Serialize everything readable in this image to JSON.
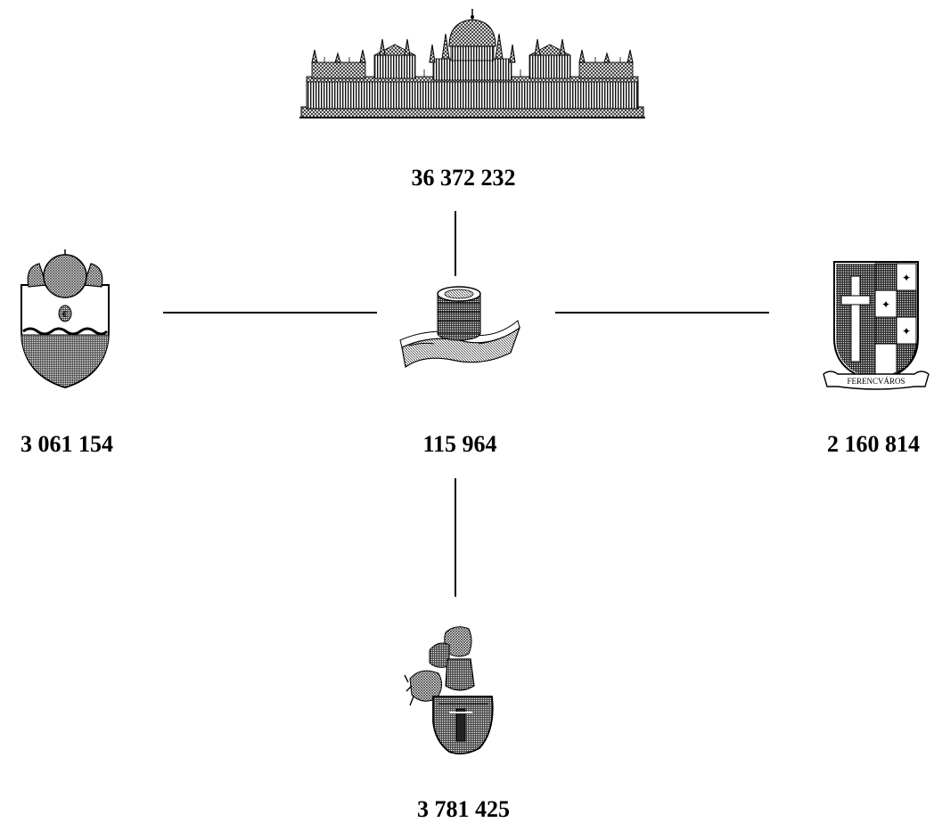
{
  "diagram": {
    "top": {
      "icon": "parliament-building-icon",
      "value": "36 372 232"
    },
    "left": {
      "icon": "coat-of-arms-crowned-shield-icon",
      "value": "3 061 154"
    },
    "center": {
      "icon": "money-coins-banknotes-icon",
      "value": "115 964"
    },
    "right": {
      "icon": "ferencvaros-coat-of-arms-icon",
      "value": "2 160 814",
      "ribbon_text": "FERENCVÁROS"
    },
    "bottom": {
      "icon": "knight-helmet-coat-of-arms-icon",
      "value": "3 781 425"
    }
  }
}
